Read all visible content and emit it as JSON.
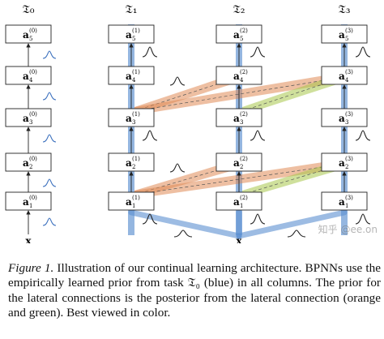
{
  "figure": {
    "column_titles": [
      "𝔗₀",
      "𝔗₁",
      "𝔗₂",
      "𝔗₃"
    ],
    "node_labels": [
      "a",
      "a",
      "a",
      "a",
      "a"
    ],
    "layer_indices": [
      "1",
      "2",
      "3",
      "4",
      "5"
    ],
    "task_superscripts": [
      "(0)",
      "(1)",
      "(2)",
      "(3)"
    ],
    "input_label": "x",
    "colors": {
      "prior_blue": "#5b8fd0",
      "lateral_orange": "#e08a55",
      "lateral_green": "#a8c64a"
    }
  },
  "caption": {
    "label": "Figure 1.",
    "text": " Illustration of our continual learning architecture. BPNNs use the empirically learned prior from task 𝔗₀ (blue) in all columns. The prior for the lateral connections is the posterior from the lateral connection (orange and green). Best viewed in color."
  },
  "watermark": "知乎 @ee.on"
}
